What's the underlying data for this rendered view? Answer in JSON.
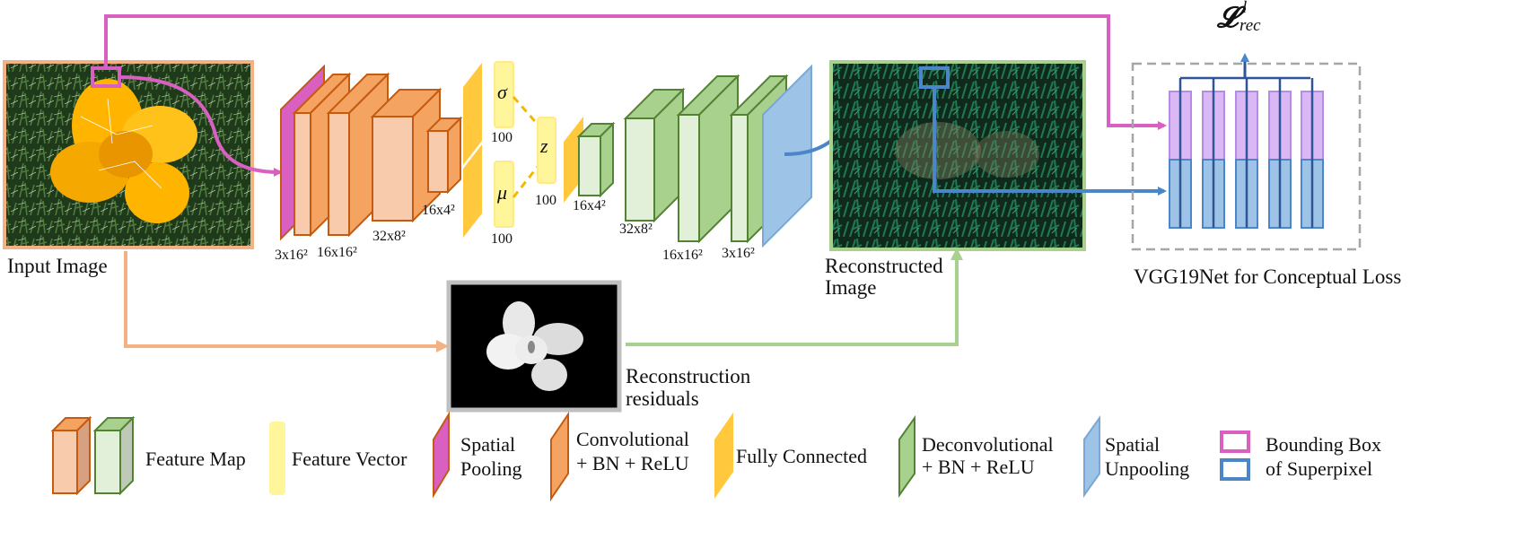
{
  "panels": {
    "input_caption": "Input Image",
    "reconstructed_caption_line1": "Reconstructed",
    "reconstructed_caption_line2": "Image",
    "residuals_caption_line1": "Reconstruction",
    "residuals_caption_line2": "residuals",
    "vgg_caption": "VGG19Net for Conceptual Loss"
  },
  "loss": {
    "symbol": "𝓛",
    "superscript": "l",
    "subscript": "rec"
  },
  "encoder": {
    "dims": [
      "3x16²",
      "16x16²",
      "32x8²",
      "16x4²"
    ]
  },
  "latent": {
    "sigma": "σ",
    "mu": "μ",
    "z": "z",
    "sigma_size": "100",
    "mu_size": "100",
    "z_size": "100"
  },
  "decoder": {
    "dims": [
      "16x4²",
      "32x8²",
      "16x16²",
      "3x16²"
    ]
  },
  "legend": {
    "feature_map": "Feature Map",
    "feature_vector": "Feature Vector",
    "spatial_pooling_1": "Spatial",
    "spatial_pooling_2": "Pooling",
    "conv_1": "Convolutional",
    "conv_2": "+ BN + ReLU",
    "fully_connected": "Fully Connected",
    "deconv_1": "Deconvolutional",
    "deconv_2": "+ BN + ReLU",
    "unpooling_1": "Spatial",
    "unpooling_2": "Unpooling",
    "bbox_1": "Bounding Box",
    "bbox_2": "of Superpixel"
  },
  "colors": {
    "orange_fill": "#f8cbad",
    "orange_dark": "#f4a460",
    "orange_stroke": "#c55a11",
    "green_fill": "#e2f0d9",
    "green_dark": "#a9d18e",
    "green_stroke": "#548235",
    "yellow_vector": "#fff59a",
    "yellow_fc": "#ffc83d",
    "pink": "#d95fc0",
    "purple_light": "#d9b8f5",
    "blue": "#4a86c8",
    "blue_light": "#9dc3e6",
    "input_border": "#f4b183",
    "recon_border": "#a9d18e",
    "residual_border": "#bfbfbf"
  }
}
